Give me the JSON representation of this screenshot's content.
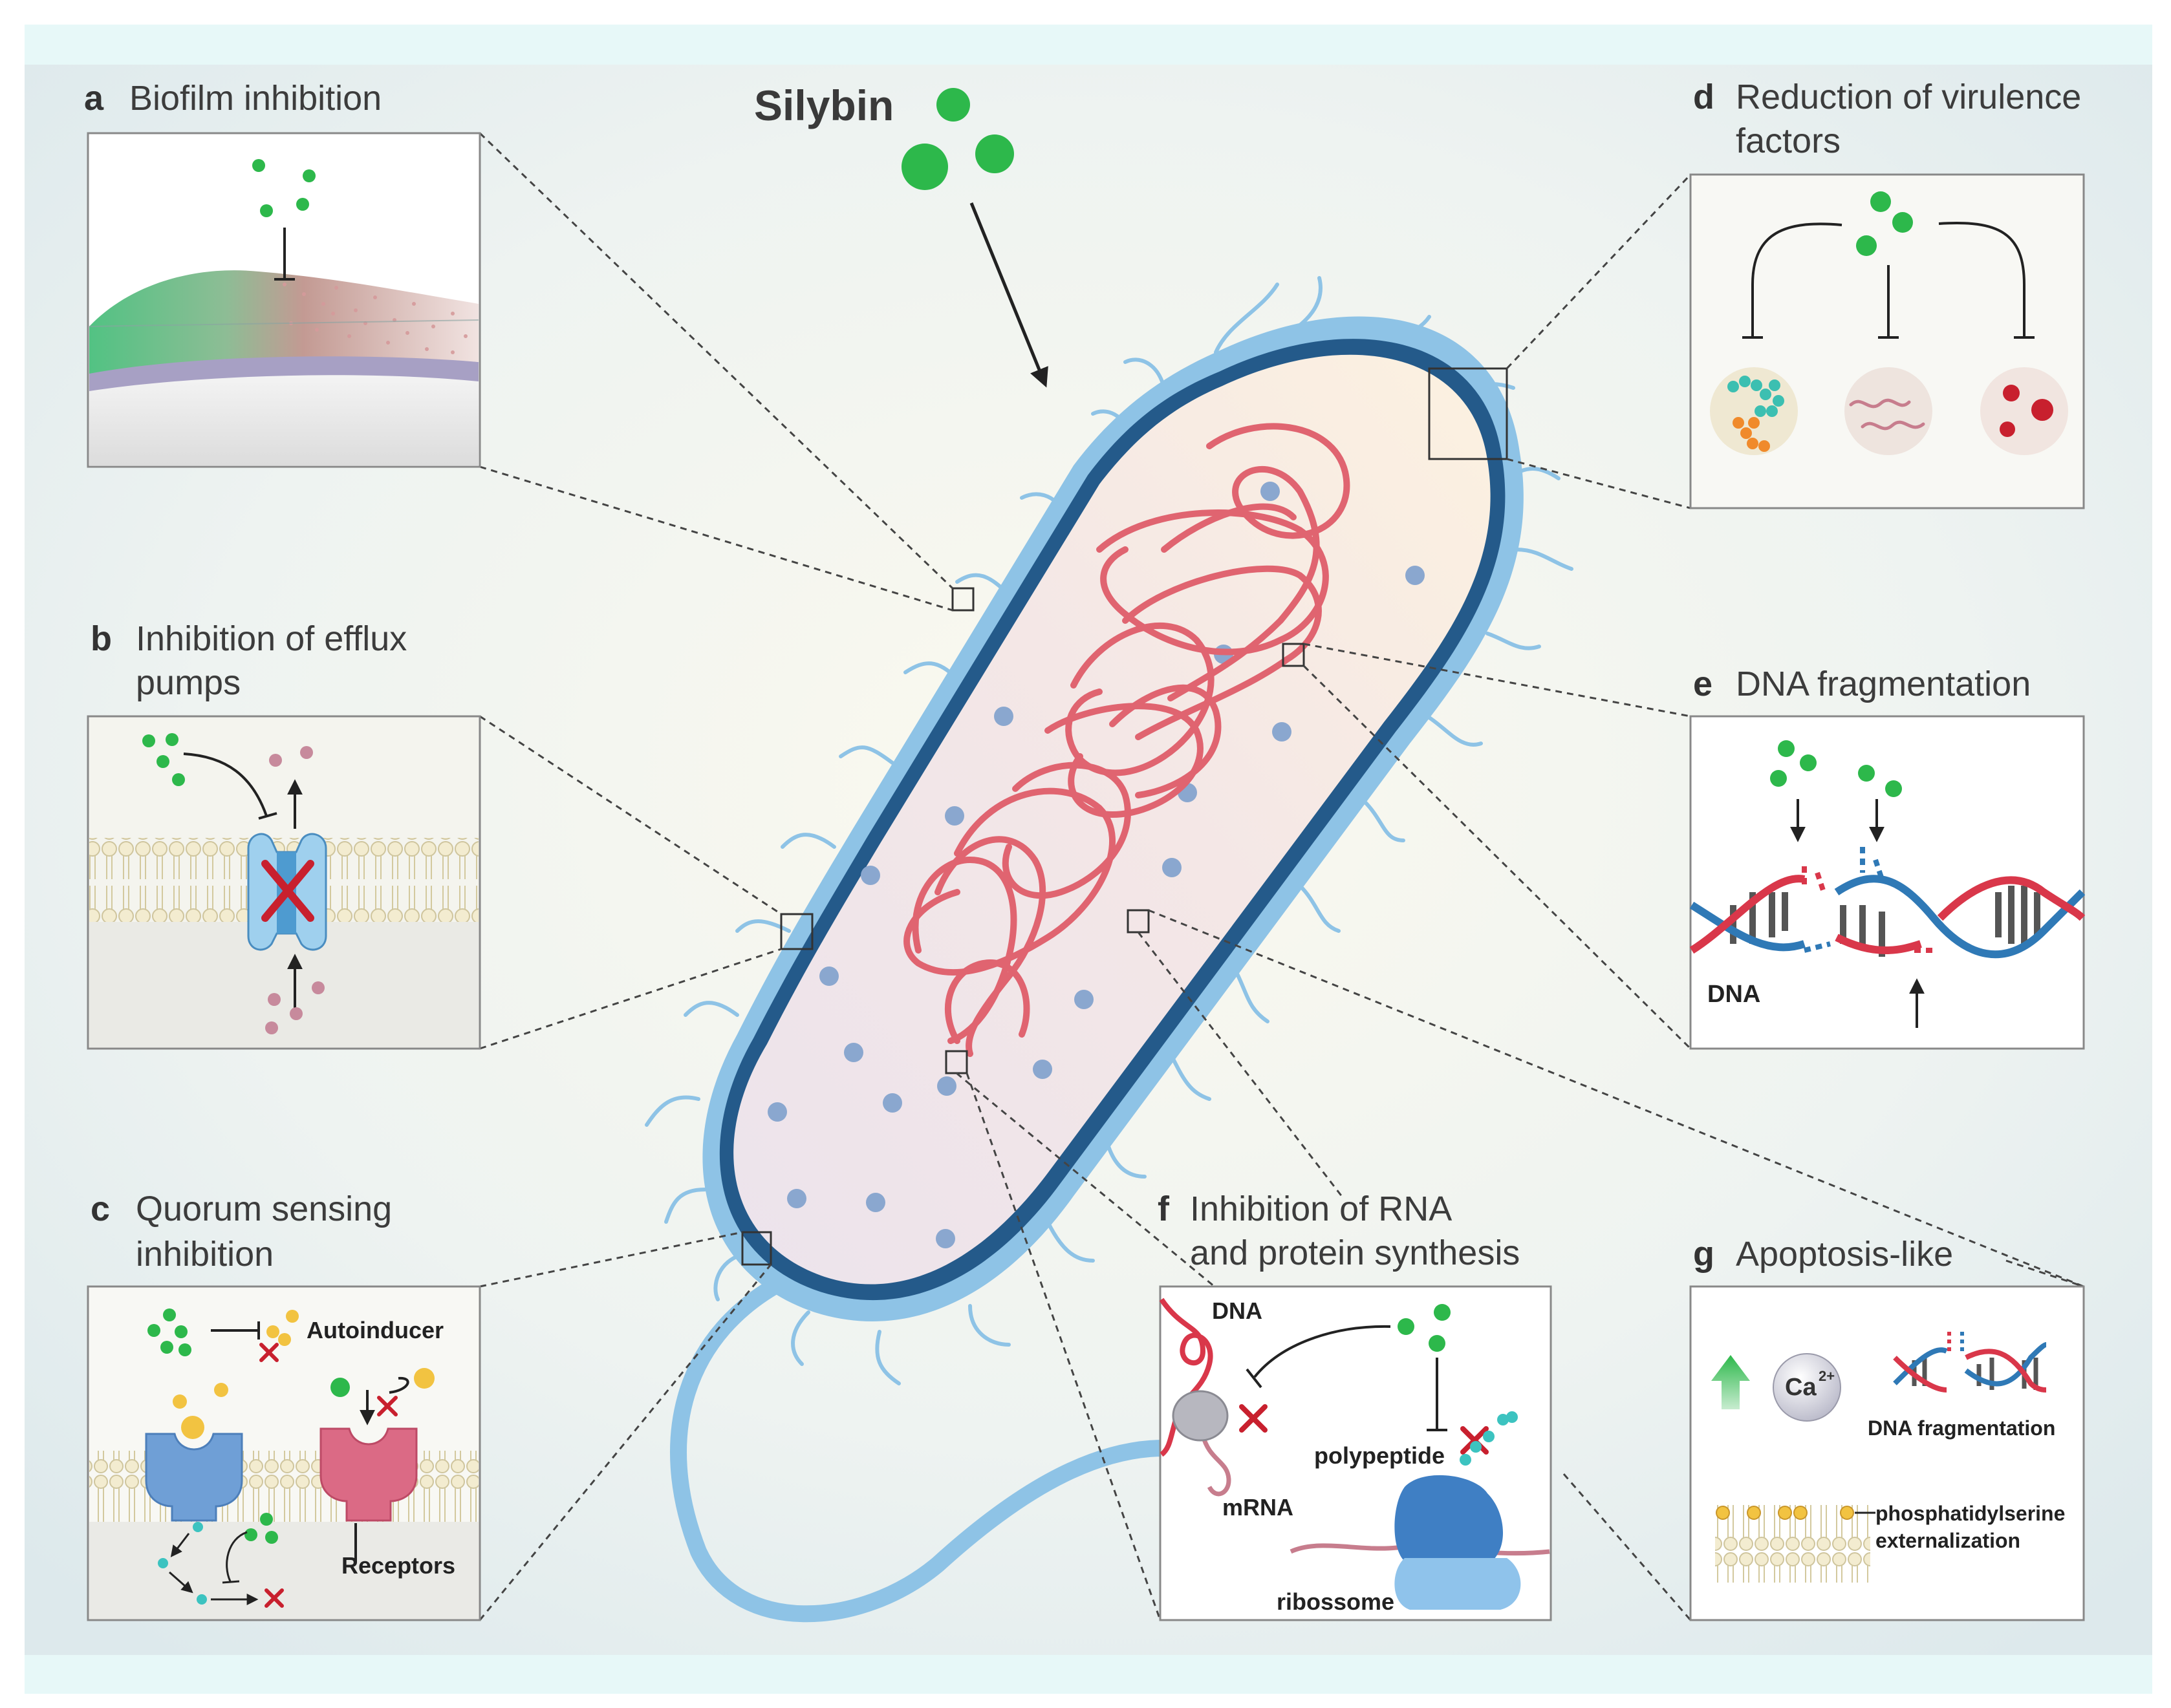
{
  "header": {
    "compound": "Silybin"
  },
  "panels": {
    "a": {
      "letter": "a",
      "title": "Biofilm inhibition"
    },
    "b": {
      "letter": "b",
      "title_line1": "Inhibition of efflux",
      "title_line2": "pumps"
    },
    "c": {
      "letter": "c",
      "title_line1": "Quorum sensing",
      "title_line2": "inhibition",
      "autoinducer_label": "Autoinducer",
      "receptors_label": "Receptors"
    },
    "d": {
      "letter": "d",
      "title_line1": "Reduction of virulence",
      "title_line2": "factors"
    },
    "e": {
      "letter": "e",
      "title": "DNA fragmentation",
      "dna_label": "DNA"
    },
    "f": {
      "letter": "f",
      "title_line1": "Inhibition of RNA",
      "title_line2": "and protein synthesis",
      "dna_label": "DNA",
      "polypeptide_label": "polypeptide",
      "mrna_label": "mRNA",
      "ribosome_label": "ribossome"
    },
    "g": {
      "letter": "g",
      "title": "Apoptosis-like",
      "ion_label": "Ca",
      "ion_charge": "2+",
      "dna_fragmentation_label": "DNA fragmentation",
      "ps_label_line1": "phosphatidylserine",
      "ps_label_line2": "externalization"
    }
  },
  "colors": {
    "silybin_green": "#2db84b",
    "cell_wall_outer": "#8ec3e6",
    "cell_wall_inner": "#245a8a",
    "nucleoid_red": "#e06470",
    "cytoplasm_dot": "#8aa7cf",
    "inhibition_red": "#c8202e",
    "dna_blue": "#2f79b6",
    "dna_red": "#d9374a",
    "autoinducer_yellow": "#f2c341"
  }
}
